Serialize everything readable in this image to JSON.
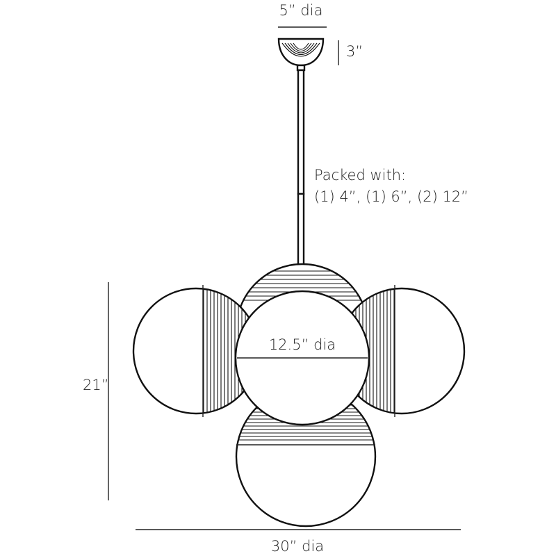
{
  "dimensions": {
    "canopy_diameter": "5” dia",
    "canopy_height": "3”",
    "overall_height": "21”",
    "globe_diameter": "12.5” dia",
    "overall_diameter": "30” dia"
  },
  "packed_with": {
    "line1": "Packed with:",
    "line2": "(1) 4”, (1) 6”, (2) 12”"
  }
}
